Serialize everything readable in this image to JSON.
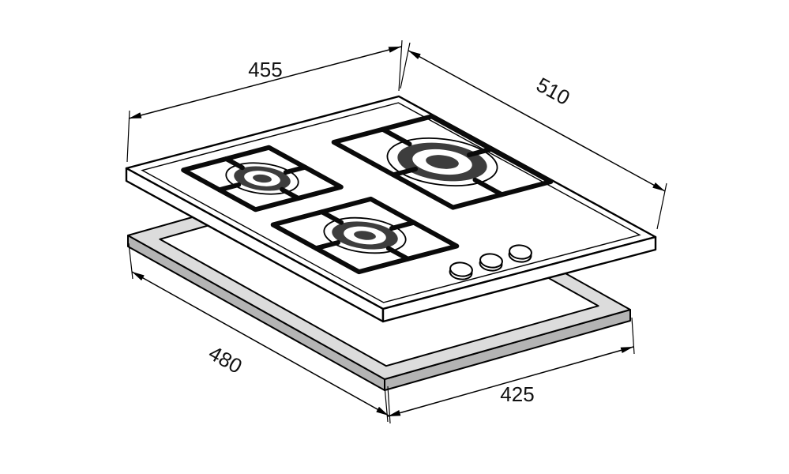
{
  "colors": {
    "line": "#000000",
    "burner_cap": "#3d3d3d",
    "cutout_band": "#dcdcdc",
    "cutout_side": "#b4b4b4"
  },
  "dimensions": {
    "top_left": "455",
    "top_right": "510",
    "bottom_left": "480",
    "bottom_right": "425"
  }
}
